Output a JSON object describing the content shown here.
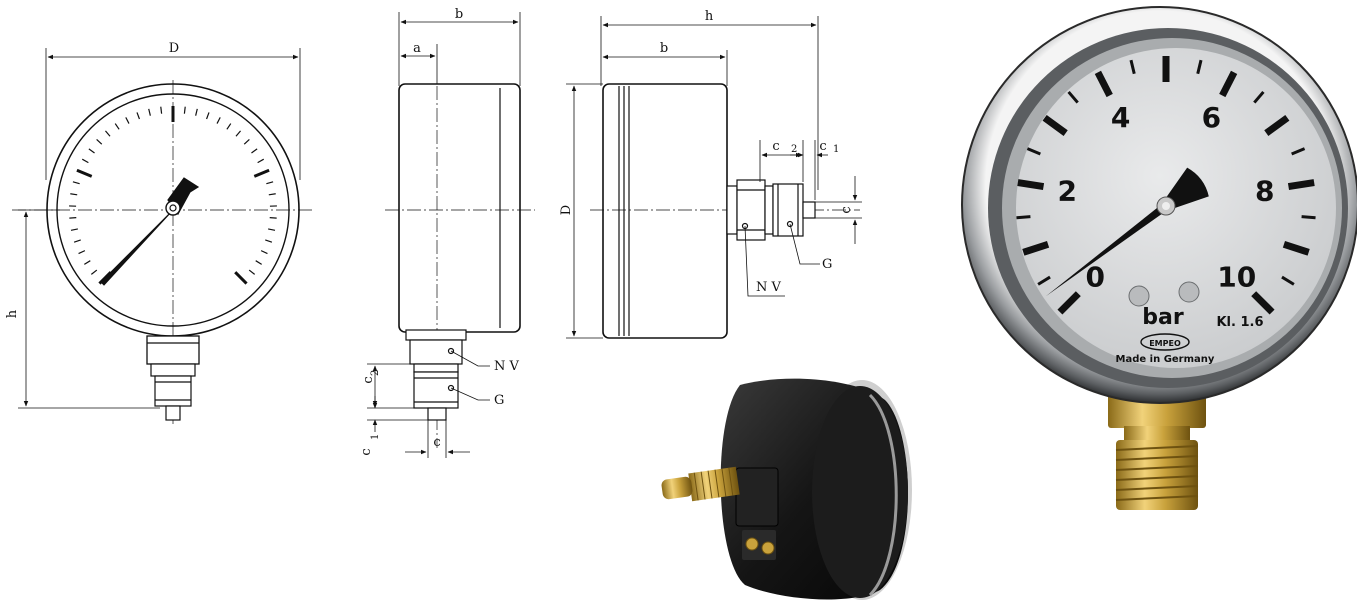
{
  "front_view": {
    "label_D": "D",
    "label_h": "h"
  },
  "side_view": {
    "label_b": "b",
    "label_a": "a",
    "label_c2": "c",
    "label_c2_sub": "2",
    "label_c1": "c",
    "label_c1_sub": "1",
    "label_c": "c",
    "label_NV": "N V",
    "label_G": "G"
  },
  "back_view": {
    "label_h": "h",
    "label_b": "b",
    "label_D": "D",
    "label_c2": "c",
    "label_c2_sub": "2",
    "label_c1": "c",
    "label_c1_sub": "1",
    "label_c": "c",
    "label_G": "G",
    "label_NV": "N V"
  },
  "gauge_photo": {
    "scale": [
      "0",
      "2",
      "4",
      "6",
      "8",
      "10"
    ],
    "unit": "bar",
    "class": "Kl. 1.6",
    "brand": "EMPEO",
    "origin": "Made in Germany",
    "needle_value": 0.3,
    "scale_max": 10
  },
  "colors": {
    "line": "#111111",
    "dial_face": "#d9dadb",
    "bezel": "#8d9093",
    "brass": "#c8a23c",
    "case_black": "#161616"
  }
}
